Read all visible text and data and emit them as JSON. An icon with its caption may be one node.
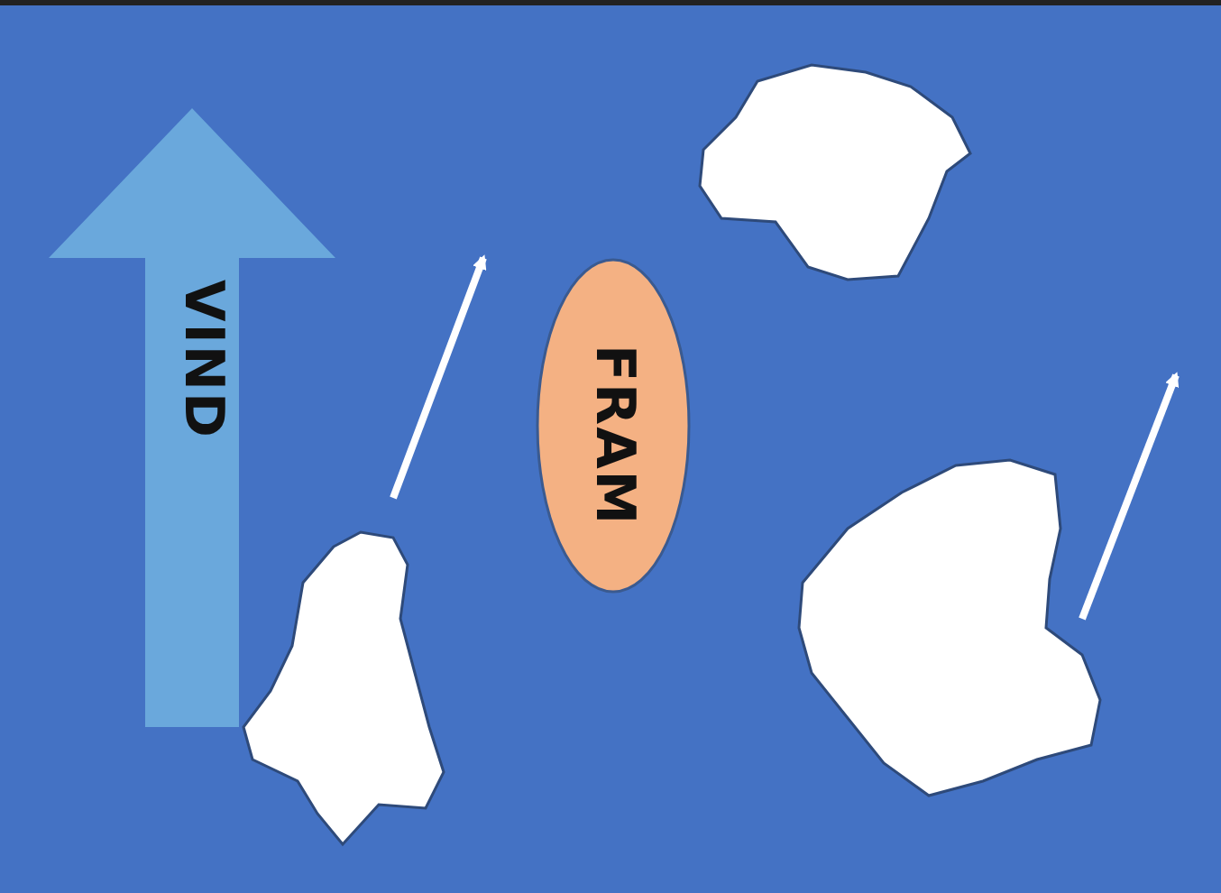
{
  "diagram": {
    "nodes": [
      {
        "text": [
          "VIND"
        ]
      },
      {
        "text": [
          "FRAM"
        ]
      },
      {
        "text": [],
        "shape": "blob"
      },
      {
        "text": [],
        "shape": "blob"
      },
      {
        "text": [],
        "shape": "blob"
      }
    ]
  }
}
